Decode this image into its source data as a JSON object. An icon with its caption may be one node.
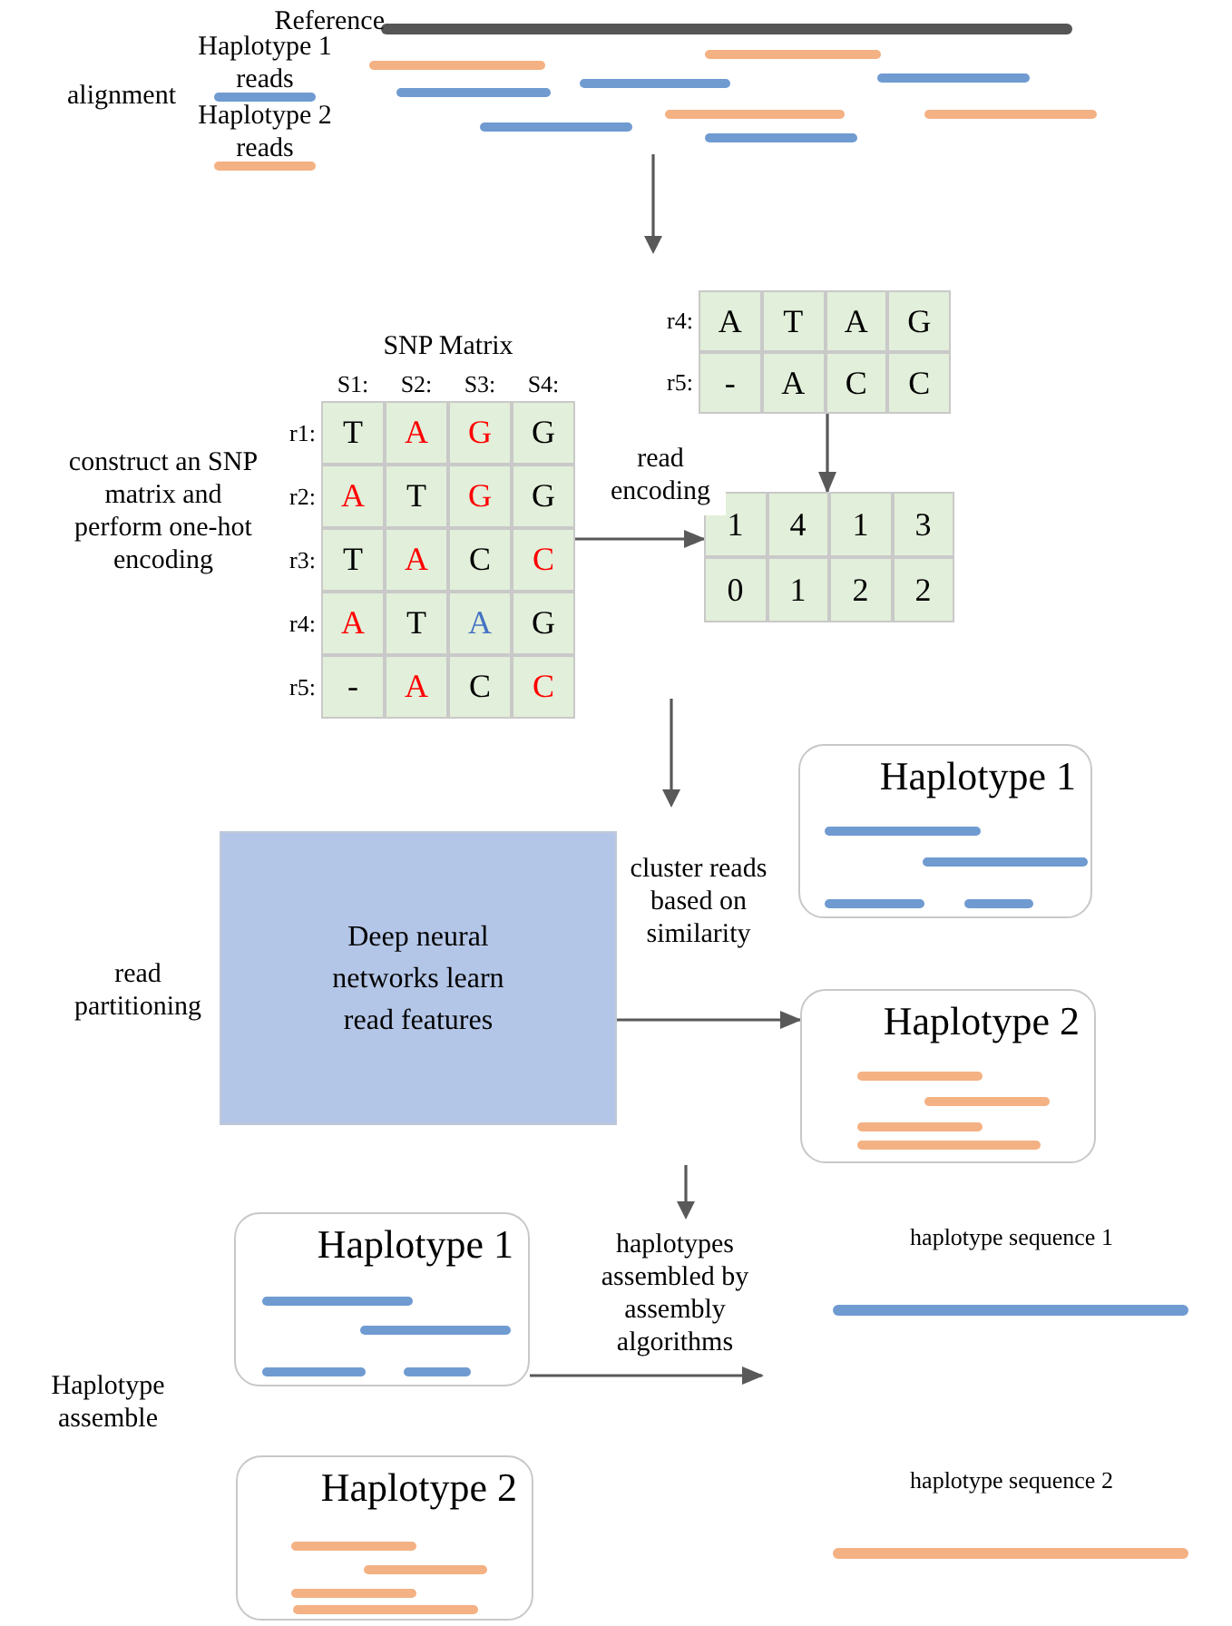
{
  "diagram": {
    "nodes": [
      {
        "text": [],
        "shape": "picture"
      },
      {
        "text": [],
        "shape": "box",
        "beside": [
          "r4:",
          "r5:"
        ]
      },
      {
        "text": [
          "SNP Matrix",
          "S1:",
          "S2:",
          "S3:",
          "S4:"
        ],
        "beside": [
          "r1:",
          "r2:",
          "r3:",
          "r4:",
          "r5:"
        ]
      },
      {
        "text": [],
        "shape": "box"
      },
      {
        "text": [
          "Deep neural networks learn read features"
        ]
      },
      {
        "text": [
          "Haplotype 1"
        ]
      },
      {
        "text": [
          "Haplotype 2"
        ]
      },
      {
        "text": [
          "Haplotype 1"
        ]
      },
      {
        "text": [
          "Haplotype 2"
        ]
      },
      {
        "text": [
          "haplotype sequence 1"
        ]
      },
      {
        "text": [
          "haplotype sequence 2"
        ]
      }
    ],
    "edges": [
      {
        "from": 1,
        "to": 3,
        "arrow": "to"
      },
      {
        "from": 2,
        "to": 3,
        "arrow": "to",
        "label": "read encoding"
      },
      {
        "from": 4,
        "to": 6,
        "arrow": "to",
        "label": "cluster reads based on similarity"
      },
      {
        "from": 7,
        "to": null,
        "arrow": "to",
        "label": "haplotypes assembled by assembly algorithms"
      }
    ],
    "labels": [
      "Reference",
      "alignment",
      "A",
      "T",
      "A",
      "G",
      "-",
      "A",
      "C",
      "C",
      "construct an SNP matrix and perform one-hot encoding",
      "T",
      "A",
      "G",
      "G",
      "A",
      "T",
      "G",
      "G",
      "T",
      "A",
      "C",
      "C",
      "A",
      "T",
      "A",
      "G",
      "-",
      "A",
      "C",
      "C",
      "1",
      "4",
      "1",
      "3",
      "0",
      "1",
      "2",
      "2",
      "read partitioning",
      "Haplotype assemble"
    ],
    "legend": [
      {
        "text": "Haplotype 1 reads",
        "color": "#6f9bd1"
      },
      {
        "text": "Haplotype 2 reads",
        "color": "#f4b183"
      }
    ]
  }
}
